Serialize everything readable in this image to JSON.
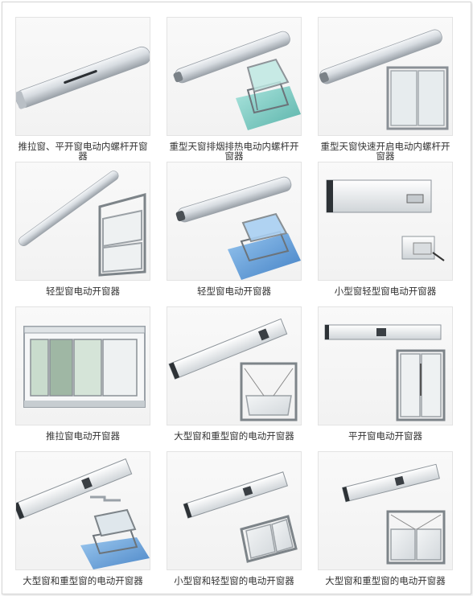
{
  "products": [
    {
      "label": "推拉窗、平开窗电动内螺杆开窗器",
      "image_icon": "tube-actuator-icon"
    },
    {
      "label": "重型天窗排烟排热电动内螺杆开窗器",
      "image_icon": "tube-skylight-actuator-icon"
    },
    {
      "label": "重型天窗快速开启电动内螺杆开窗器",
      "image_icon": "tube-window-actuator-icon"
    },
    {
      "label": "轻型窗电动开窗器",
      "image_icon": "light-tube-window-icon"
    },
    {
      "label": "轻型窗电动开窗器",
      "image_icon": "tube-blue-skylight-icon"
    },
    {
      "label": "小型窗轻型窗电动开窗器",
      "image_icon": "box-actuator-icon"
    },
    {
      "label": "推拉窗电动开窗器",
      "image_icon": "sliding-window-icon"
    },
    {
      "label": "大型窗和重型窗的电动开窗器",
      "image_icon": "chain-actuator-window-icon"
    },
    {
      "label": "平开窗电动开窗器",
      "image_icon": "casement-window-actuator-icon"
    },
    {
      "label": "大型窗和重型窗的电动开窗器",
      "image_icon": "chain-actuator-skylight-icon"
    },
    {
      "label": "小型窗和轻型窗的电动开窗器",
      "image_icon": "chain-actuator-small-window-icon"
    },
    {
      "label": "大型窗和重型窗的电动开窗器",
      "image_icon": "chain-actuator-heavy-window-icon"
    }
  ],
  "colors": {
    "metal_light": "#e6e9ec",
    "metal_dark": "#a7adb4",
    "frame_gray": "#8a9096",
    "glass_teal": "#6fc9c0",
    "glass_blue": "#5b9ad8",
    "caption_text": "#333333"
  }
}
